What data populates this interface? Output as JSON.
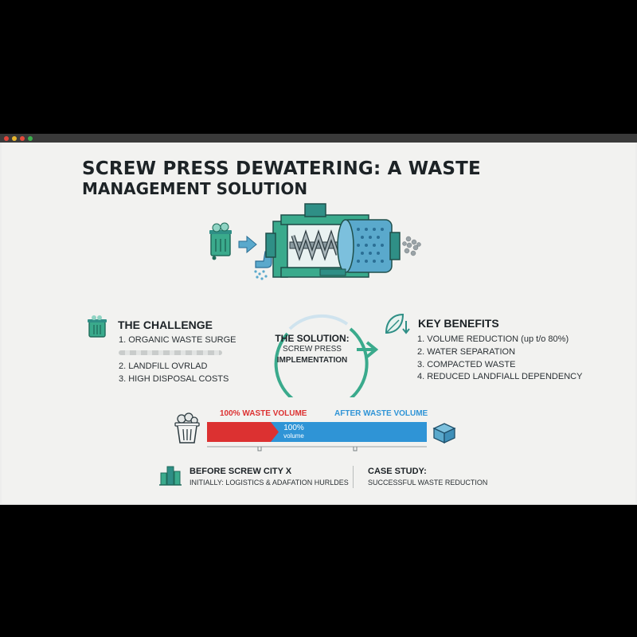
{
  "title_line1": "SCREW PRESS DEWATERING: A WASTE",
  "title_line2": "MANAGEMENT SOLUTION",
  "challenge": {
    "heading": "THE CHALLENGE",
    "items": [
      "1. ORGANIC WASTE SURGE",
      "2. LANDFILL OVRLAD",
      "3. HIGH DISPOSAL COSTS"
    ]
  },
  "solution": {
    "line1": "THE SOLUTION:",
    "line2": "SCREW PRESS",
    "line3": "IMPLEMENTATION"
  },
  "benefits": {
    "heading": "KEY BENEFITS",
    "items": [
      "1. VOLUME REDUCTION (up t/o 80%)",
      "2. WATER SEPARATION",
      "3. COMPACTED WASTE",
      "4. REDUCED LANDFIALL DEPENDENCY"
    ]
  },
  "volume_bar": {
    "before_label": "100% WASTE VOLUME",
    "after_label": "AFTER WASTE VOLUME",
    "inner_value": "100%",
    "inner_unit": "volume"
  },
  "footer": {
    "before_heading": "BEFORE SCREW CITY X",
    "before_text": "INITIALLY: LOGISTICS & ADAFATION HURLDES",
    "case_heading": "CASE STUDY:",
    "case_text": "SUCCESSFUL WASTE REDUCTION"
  },
  "colors": {
    "accent_green": "#3aaa8c",
    "machine_teal": "#2f8f86",
    "drum_blue": "#5aa9cc",
    "bar_red": "#dc3131",
    "bar_blue": "#2f94d6"
  }
}
